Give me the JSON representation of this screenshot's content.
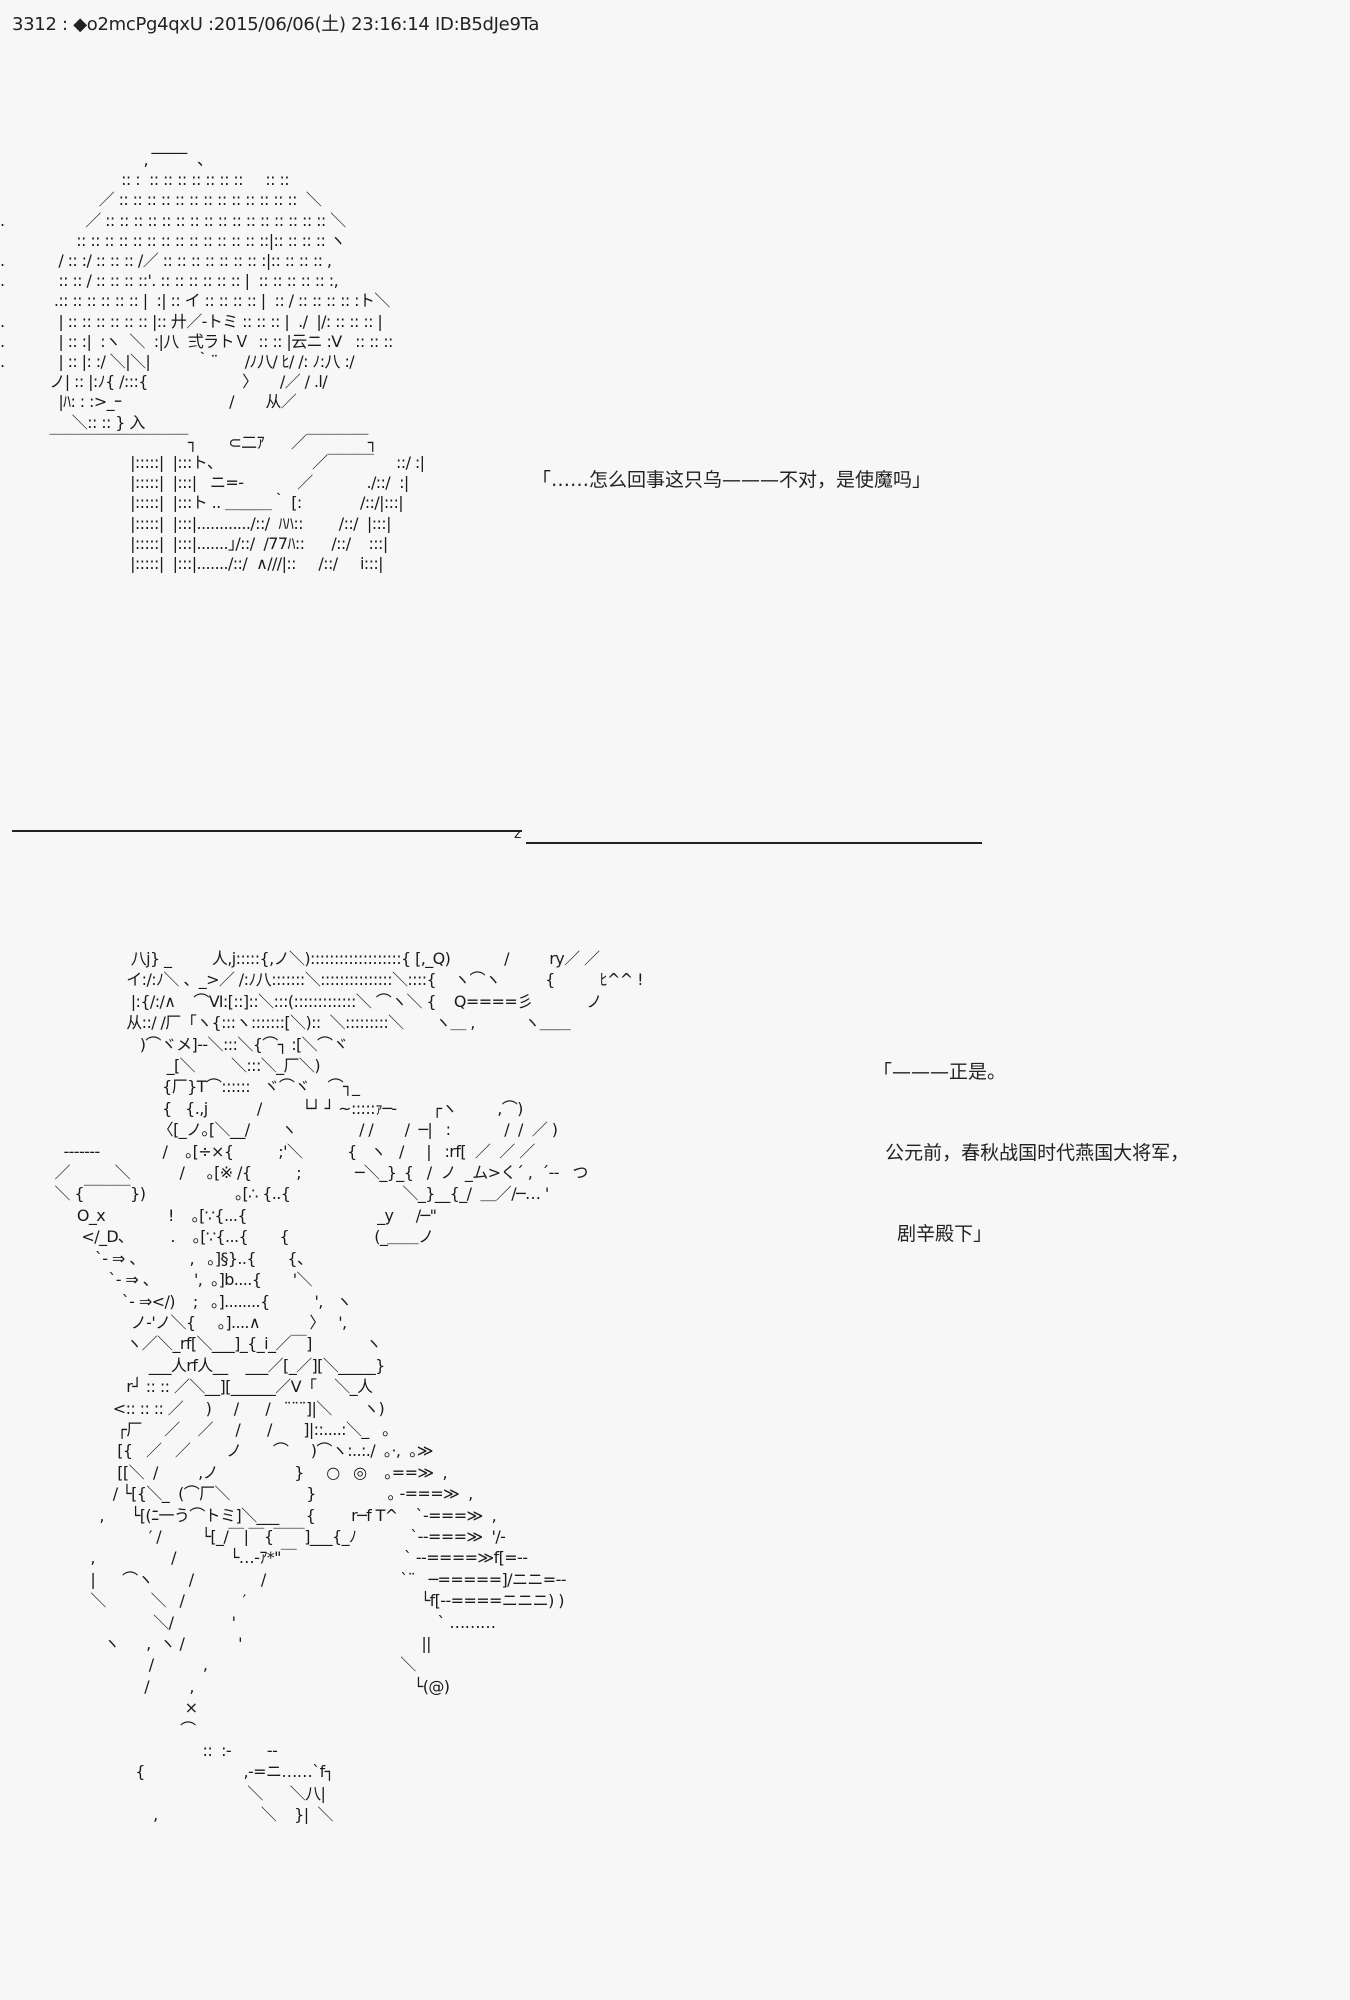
{
  "post": {
    "number": "3312",
    "separator": " : ",
    "trip_marker": "◆",
    "tripcode": "o2mcPg4qxU",
    "date": "2015/06/06(土)",
    "time": "23:16:14",
    "id_label": "ID:B5dJe9Ta",
    "header_text": "3312 : ◆o2mcPg4qxU :2015/06/06(土) 23:16:14 ID:B5dJe9Ta"
  },
  "scene_1": {
    "ascii_art": "                                ,  ̄ ̄ ̄ ̄ ̄ ̄ ̄ ̄  ､\n                           :: :  :: :: :: :: :: :: ::     :: ::\n                      ／ :: :: :: :: :: :: :: :: :: :: :: :: ::  ＼\n.                  ／ :: :: :: :: :: :: :: :: :: :: :: :: :: :: :: :: ＼\n                 :: :: :: :: :: :: :: :: :: :: :: :: :: ::|:: :: :: :: ヽ\n.            / :: :/ :: :: :: /／ :: :: :: :: :: :: :: :|:: :: :: :: ,\n.            :: :: / :: :: :: ::'. :: :: :: :: :: :: |  :: :: :: :: :: :,\n            .:: :: :: :: :: :: |  :| :: イ :: :: :: :: |  :: / :: :: :: :: :ト＼\n.            | :: :: :: :: :: :: |:: 廾／-トミ :: :: :: |  ./  |/: :: :: :: |\n.            | :: :|  :ヽ  ＼  :|八  弍ラトＶ  :: :: |云ニ :V   :: :: ::\n.            | :: |: :/ ＼|＼|          ｀¨      /ﾉ八/ ﾋ/ /: ﾉ:八 :/\n           ノ| :: |:ﾉ{ /:::{                     〉     /／ / .l/\n             |ﾊ: : :>_ｰ                        /       从／\n                ＼:: :: } 入\n           ￣￣￣￣￣￣￣￣￣┐       ⊂二ｱ      ／￣￣￣￣┐\n                             |:::::|  |:::ト、                    ／￣￣￣     ::/ :|\n                             |:::::|  |:::|   ニ=-            ／            ./::/  :|\n                             |:::::|  |:::ト .. ＿＿＿｀ [:             /::/|:::|\n                             |:::::|  |:::|............/::/  ﾊﾊ::        /::/  |:::|\n                             |:::::|  |:::|.......｣/::/  /77ﾊ::      /::/    :::|\n                             |:::::|  |:::|......./::/  ∧///|::     /::/     i:::|",
    "dialogue": "「……怎么回事这只乌———不对，是使魔吗」"
  },
  "divider": {
    "marker": "z"
  },
  "scene_2": {
    "ascii_art": "                  八j} _         人,j:::::{,ノ＼):::::::::::::::::::{ [,_Q)            /         ry／ ／\n                 イ:/:ﾉ＼ 、_>／ /:ﾉ八:::::::＼:::::::::::::::＼::::{    ヽ⌒ヽ          {          ﾋ^^ !\n                  |:{/:/∧    ⌒Ⅵ:[::]::＼:::(:::::::::::::＼ ⌒ヽ＼ {    Q====彡            ノ\n                 从::/ /厂「ヽ{:::ヽ:::::::[＼)::  ＼:::::::::＼       ヽ＿ ,           ヽ＿＿\n                    )⌒ヾメ]--＼:::＼{⌒┐ :[＼⌒ヾ\n                          _[＼        ＼:::＼_厂＼)\n                         {厂}T⌒::::::   ヾ⌒ヾ    ⌒┐_\n                         {   {.,j           /         └┘ ┘ ~:::::ｧ─‐        ┌ヽ         ,⌒)\n                        〈[_ノ｡[＼__/       ヽ              / /       /  ─|   :            /  /  ／ )\n   ‐‐‐‐‐‐‐              /    ｡[÷×{          ;'＼          {   ヽ   /     |   :rf[  ／  ／ ／\n ／          ＼           /     ｡[※ /{          ;            ─＼_}_{   /  ノ  _ム>く´ ,  ´-‐   つ\n ＼ {￣￣￣})                    ｡[∴ {..{                         ＼_}__{_/  ＿／/─… '\n      O_x              !    ｡[∵{...{                             _y     /─\"\n       </_D､          .    ｡[∵{...{       {                   (_＿＿ノ\n          `‐ ⇒ 、          ,   ｡]§}..{       {、\n             `‐ ⇒ 、        ',  ｡]b....{       '＼\n                `‐ ⇒</)    ;   ｡]........{          ',   ヽ\n                  ノ‐'ノ＼{     ｡]....∧           〉   ',\n                 ヽ／＼_rf[＼___]_{_i_／￣]            ヽ\n                      ___人rf人__    ___／[_／][＼_____}\n                 r┘ :: :: ／＼__][______／Ⅴ「    ＼_人\n              <:: :: :: ／     )     /      /   ¨¨¨]|＼       ヽ)\n               ┌厂     ／    ／     /      /       ]|::....:＼_   ｡\n               [{   ／   ／        ノ       ⌒     )⌒ヽ:..:./  ｡·,  ｡≫\n               [[＼  /         ,ノ                 }     ○   ◎    ｡==≫  ,\n              / └[{＼_  (⌒厂＼                 }                ｡ ‐===≫  ,\n           ,      └[(ﾆ一う⌒トミ]＼___      {        r─f T^    `‐===≫  ,\n                      ′ /         └[_/￣|￣{￣￣]___{_ﾉ            `‐‐===≫  '/-\n         ,                 /            └…‐ｱ*\"￣                        ` ‐‐====≫f[=‐‐\n         |      ⌒ヽ        /               /                              `¨   ─=====]/ニニ=‐‐\n         ＼          ＼   /             ′                                       └f[‐‐====ニニニ) )\n                       ＼/             '                                             ` ………\n            ヽ      ,  ヽ /            '                                        ||\n                      /           ,                                           ＼\n                     /         ,                                                 └(@)\n                              ×\n                             ⌒\n                                  ::  :-        ‐‐\n                   {                      ,‐=ニ……`f┐\n                                            ＼      ＼八|\n                       ,                       ＼    }|  ＼",
    "dialogue_line_1": "「———正是。",
    "dialogue_line_2": "  公元前，春秋战国时代燕国大将军，",
    "dialogue_line_3": "    剧辛殿下」"
  },
  "colors": {
    "background": "#f7f7f7",
    "text": "#1a1a1a"
  }
}
